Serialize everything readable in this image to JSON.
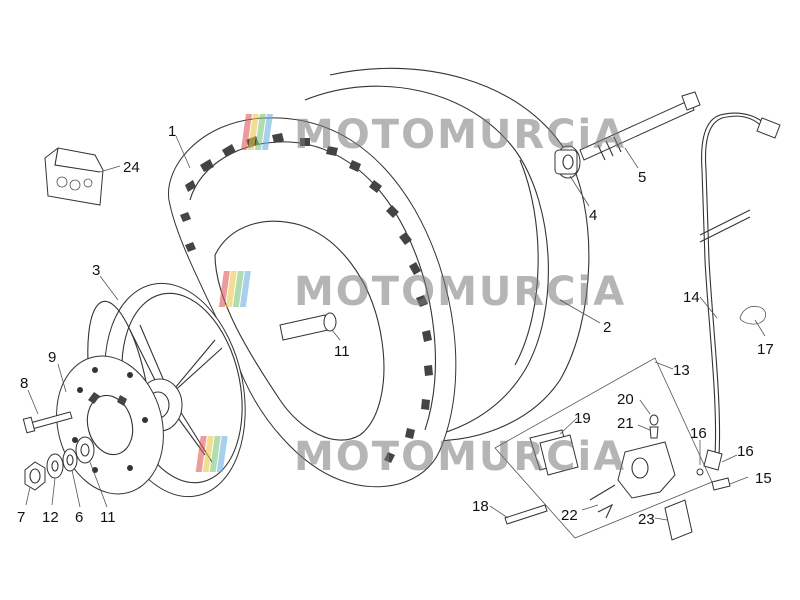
{
  "watermark": {
    "text": "MOTOMURCiA",
    "colors": [
      "#e05a5a",
      "#e9c84a",
      "#7cc47a",
      "#6ab0e0"
    ]
  },
  "callouts": [
    {
      "id": "c1",
      "label": "1"
    },
    {
      "id": "c2",
      "label": "2"
    },
    {
      "id": "c3",
      "label": "3"
    },
    {
      "id": "c4",
      "label": "4"
    },
    {
      "id": "c5",
      "label": "5"
    },
    {
      "id": "c6",
      "label": "6"
    },
    {
      "id": "c7",
      "label": "7"
    },
    {
      "id": "c8",
      "label": "8"
    },
    {
      "id": "c9",
      "label": "9"
    },
    {
      "id": "c11a",
      "label": "11"
    },
    {
      "id": "c11b",
      "label": "11"
    },
    {
      "id": "c12",
      "label": "12"
    },
    {
      "id": "c13",
      "label": "13"
    },
    {
      "id": "c14",
      "label": "14"
    },
    {
      "id": "c15",
      "label": "15"
    },
    {
      "id": "c16a",
      "label": "16"
    },
    {
      "id": "c16b",
      "label": "16"
    },
    {
      "id": "c17",
      "label": "17"
    },
    {
      "id": "c18",
      "label": "18"
    },
    {
      "id": "c19",
      "label": "19"
    },
    {
      "id": "c20",
      "label": "20"
    },
    {
      "id": "c21",
      "label": "21"
    },
    {
      "id": "c22",
      "label": "22"
    },
    {
      "id": "c23",
      "label": "23"
    },
    {
      "id": "c24",
      "label": "24"
    }
  ]
}
